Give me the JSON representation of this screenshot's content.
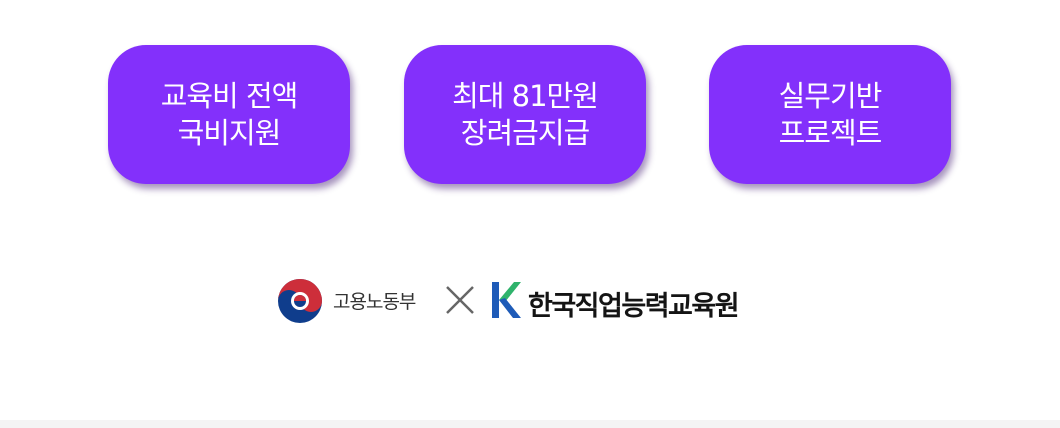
{
  "badges": [
    {
      "line1": "교육비 전액",
      "line2": "국비지원"
    },
    {
      "line1": "최대 81만원",
      "line2": "장려금지급"
    },
    {
      "line1": "실무기반",
      "line2": "프로젝트"
    }
  ],
  "partners": {
    "ministry_name": "고용노동부",
    "ministry_logo_icon": "taegeuk-emblem-icon",
    "separator_icon": "cross-icon",
    "institute_name": "한국직업능력교육원",
    "institute_logo_icon": "k-logo-icon"
  },
  "colors": {
    "badge_background": "#8330fb",
    "badge_text": "#ffffff",
    "emblem_red": "#cd2e3a",
    "emblem_blue": "#0f3d8c",
    "k_green": "#2fb36c",
    "k_blue": "#1e5bb8"
  }
}
